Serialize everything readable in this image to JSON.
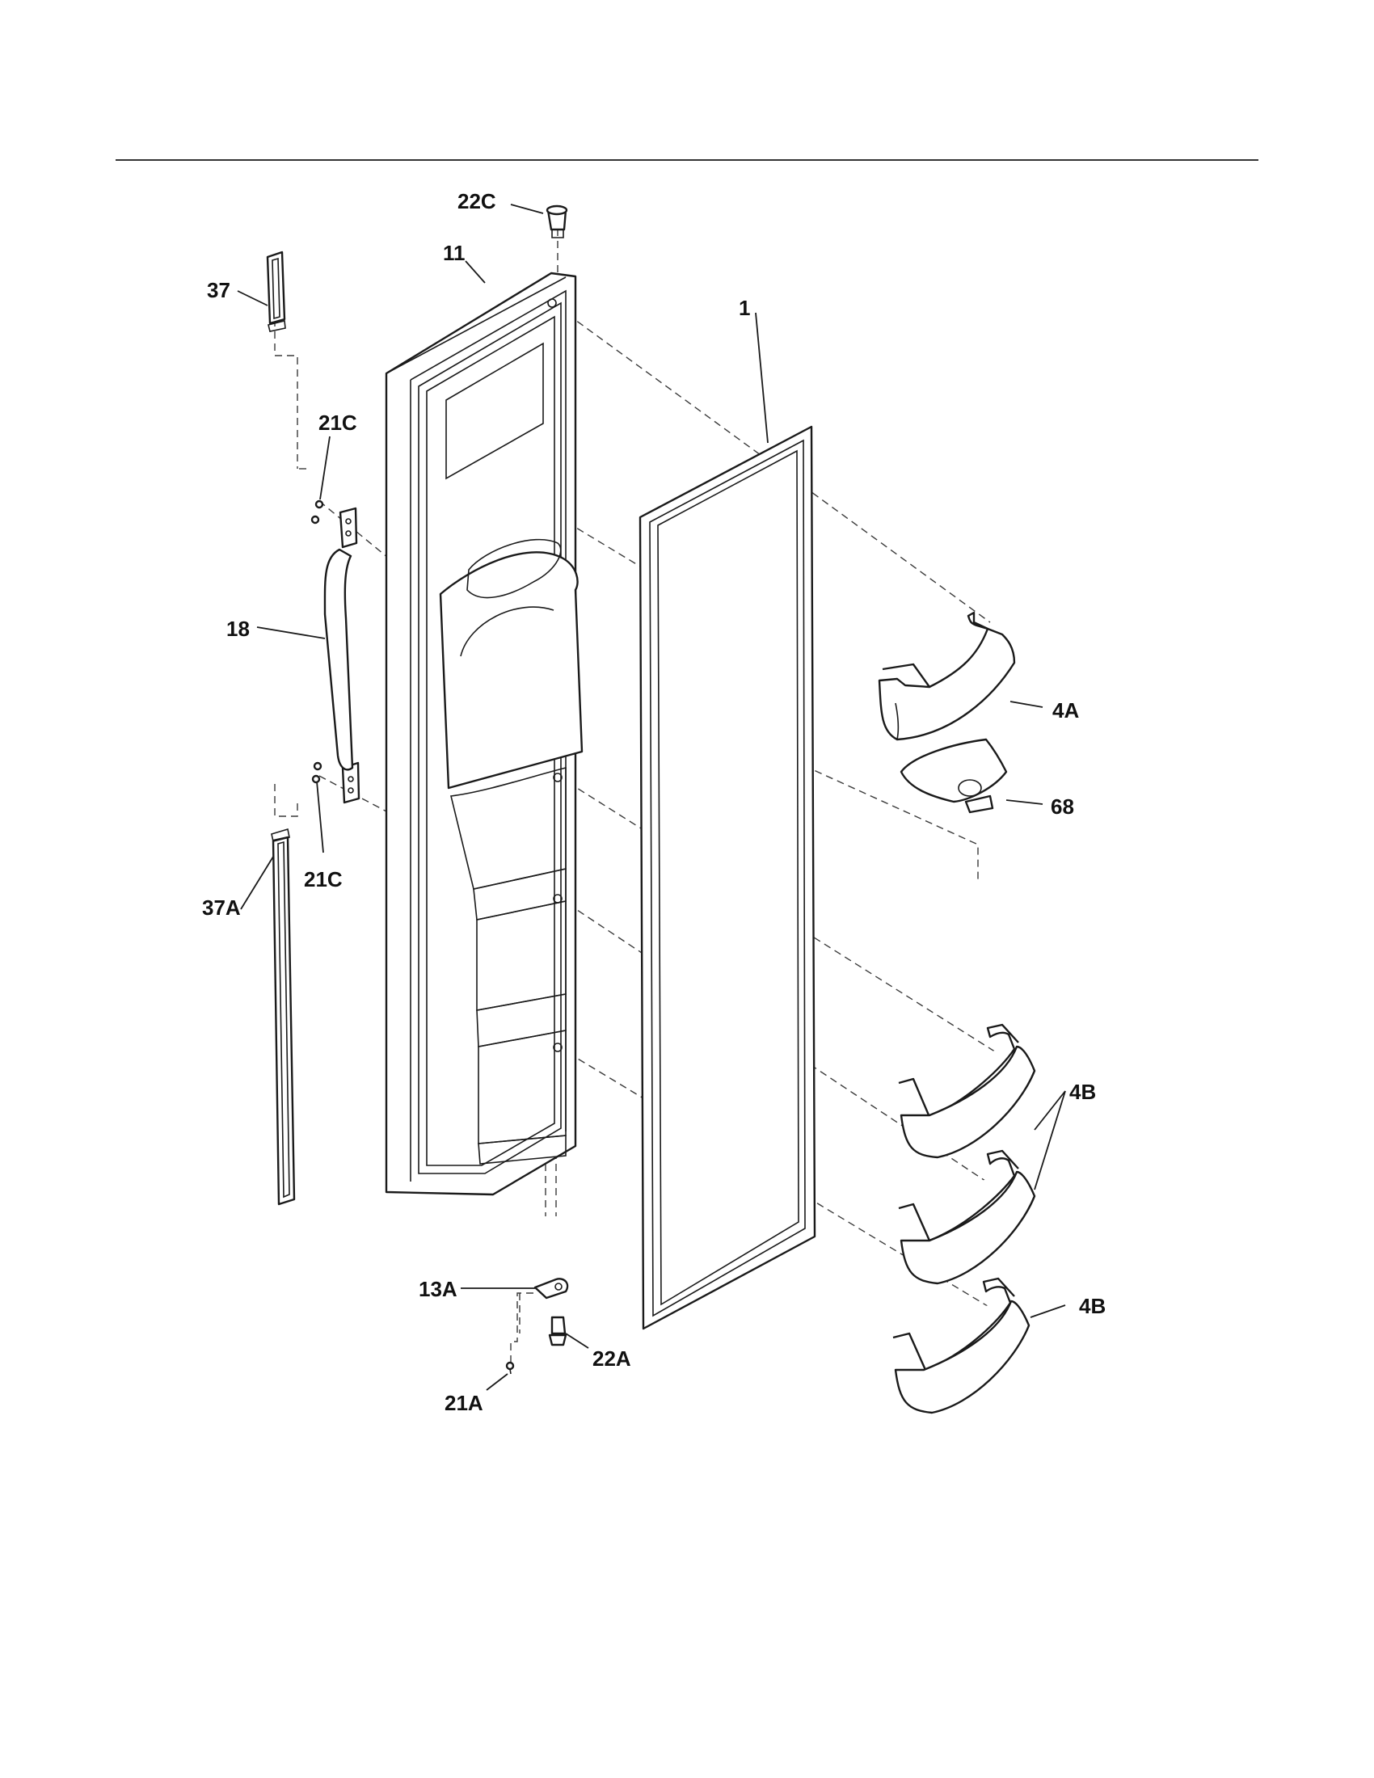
{
  "callouts": {
    "c22C": "22C",
    "c11": "11",
    "c37": "37",
    "c21C_top": "21C",
    "c1": "1",
    "c18": "18",
    "c4A": "4A",
    "c68": "68",
    "c21C_bottom": "21C",
    "c37A": "37A",
    "c4B_upper": "4B",
    "c13A": "13A",
    "c4B_lower": "4B",
    "c22A": "22A",
    "c21A": "21A"
  },
  "colors": {
    "line": "#1a1a1a",
    "paper": "#ffffff"
  }
}
